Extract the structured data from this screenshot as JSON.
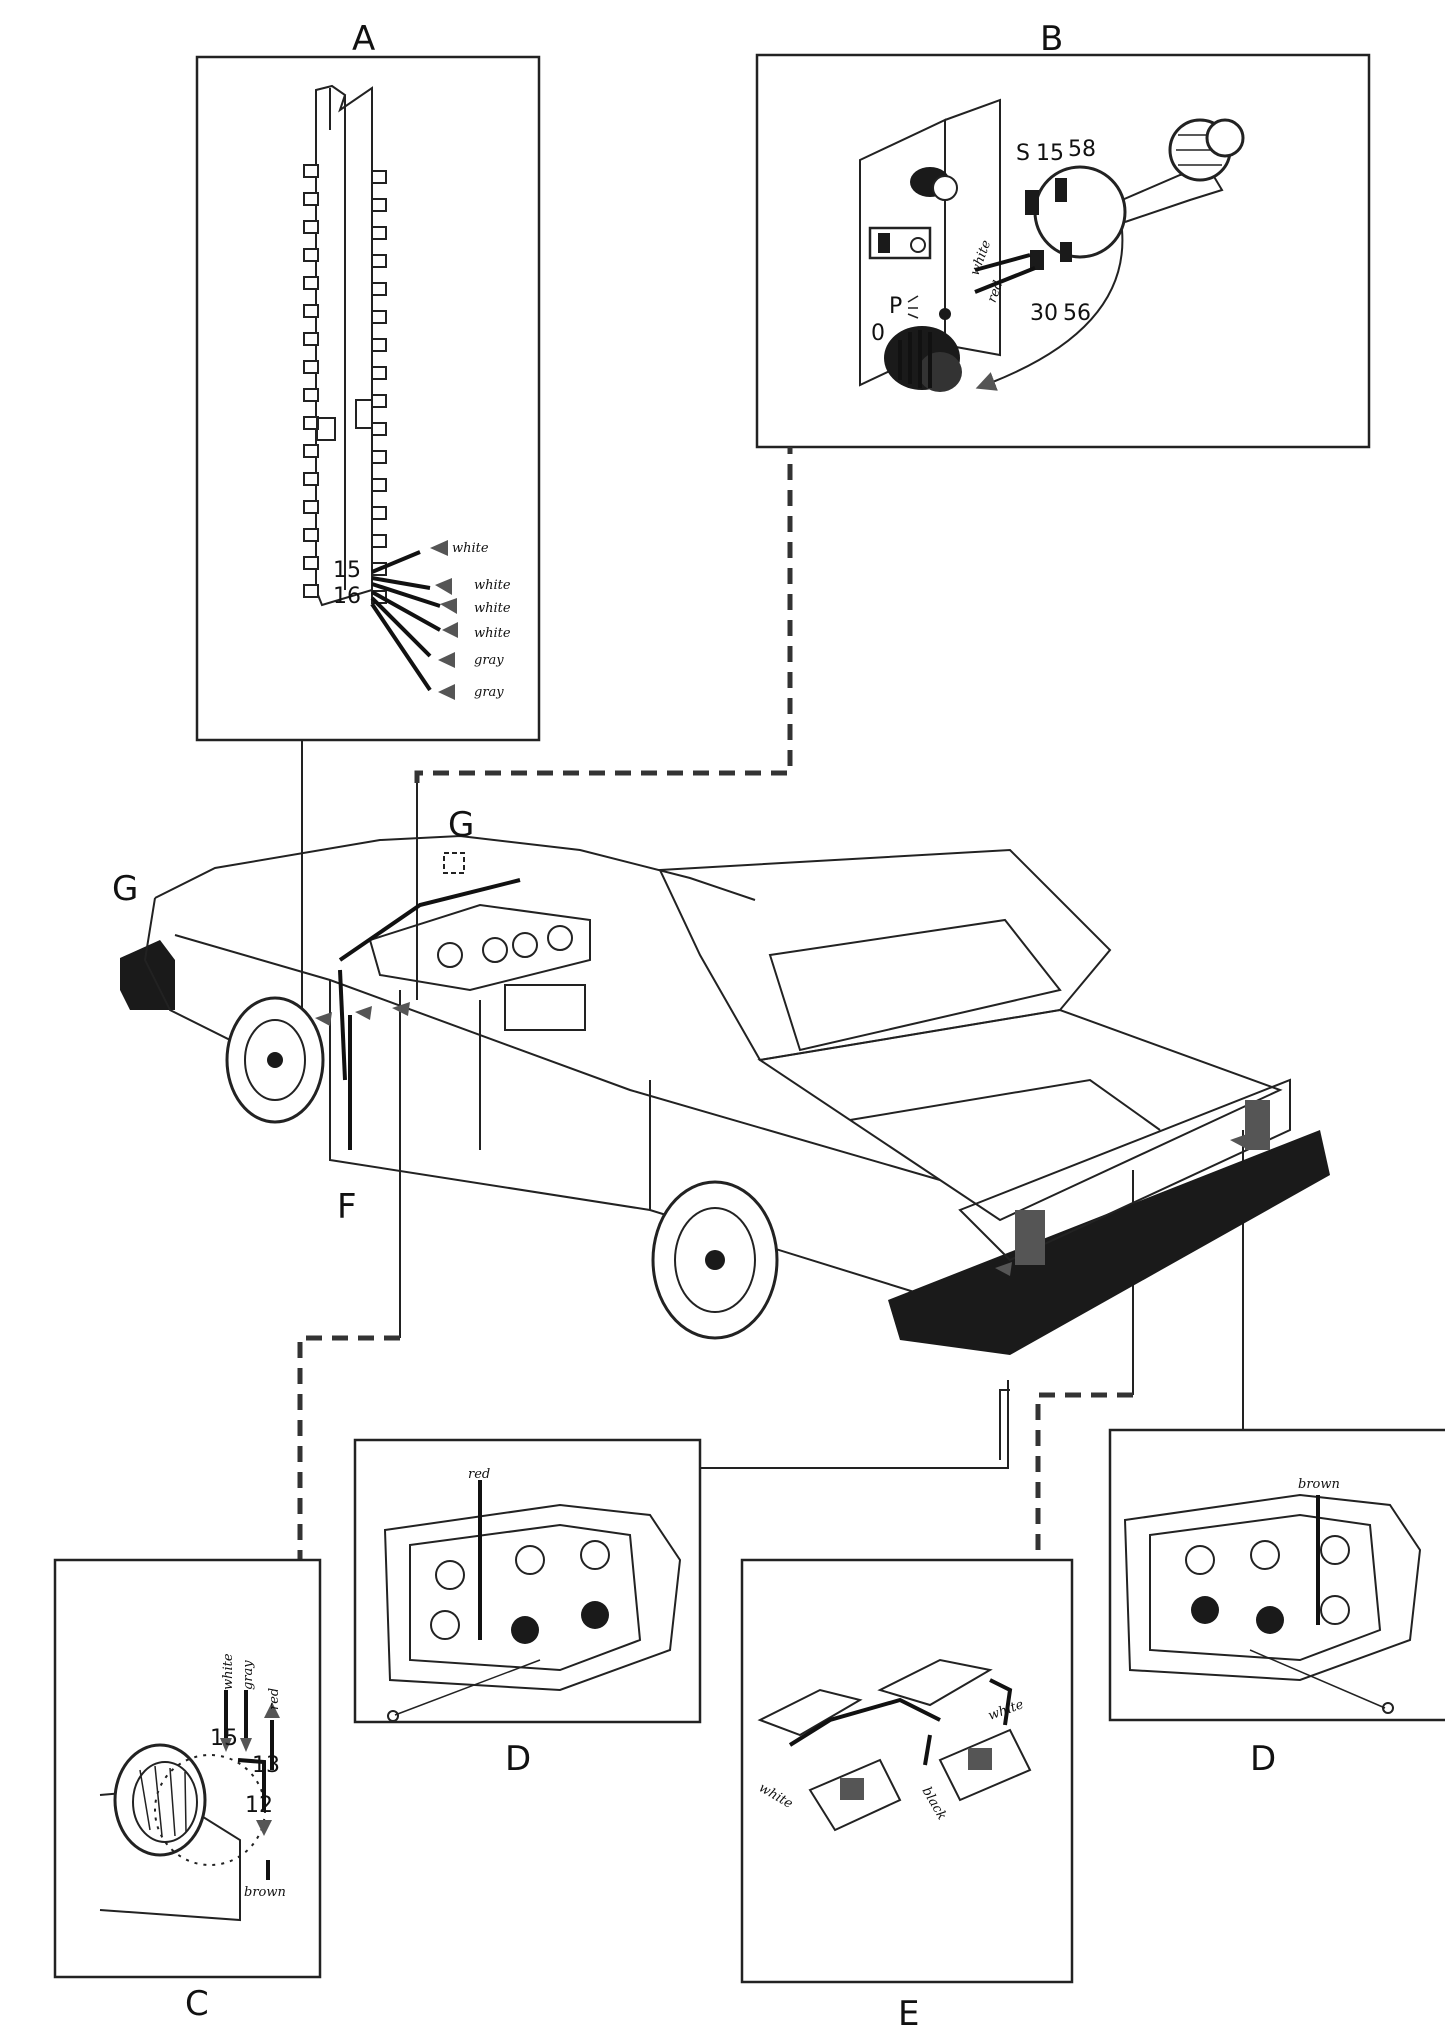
{
  "panels": {
    "A": {
      "letter": "A",
      "pins": [
        "15",
        "16"
      ],
      "wires": [
        "white",
        "white",
        "white",
        "white",
        "gray",
        "gray"
      ]
    },
    "B": {
      "letter": "B",
      "terminals_top": [
        "S",
        "15",
        "58"
      ],
      "terminals_bottom": [
        "30",
        "56"
      ],
      "wires": [
        "white",
        "red"
      ],
      "switch_positions": [
        "0",
        "P"
      ]
    },
    "C": {
      "letter": "C",
      "pins": [
        "15",
        "13",
        "12"
      ],
      "wires": [
        "white",
        "gray",
        "red",
        "brown"
      ]
    },
    "D_left": {
      "letter": "D",
      "wire": "red"
    },
    "D_right": {
      "letter": "D",
      "wire": "brown"
    },
    "E": {
      "letter": "E",
      "wires": [
        "white",
        "white",
        "black"
      ]
    }
  },
  "car_labels": {
    "F": "F",
    "G_front": "G",
    "G_dash": "G"
  },
  "colors": {
    "ink": "#111111",
    "paper": "#ffffff",
    "arrow": "#555555"
  }
}
